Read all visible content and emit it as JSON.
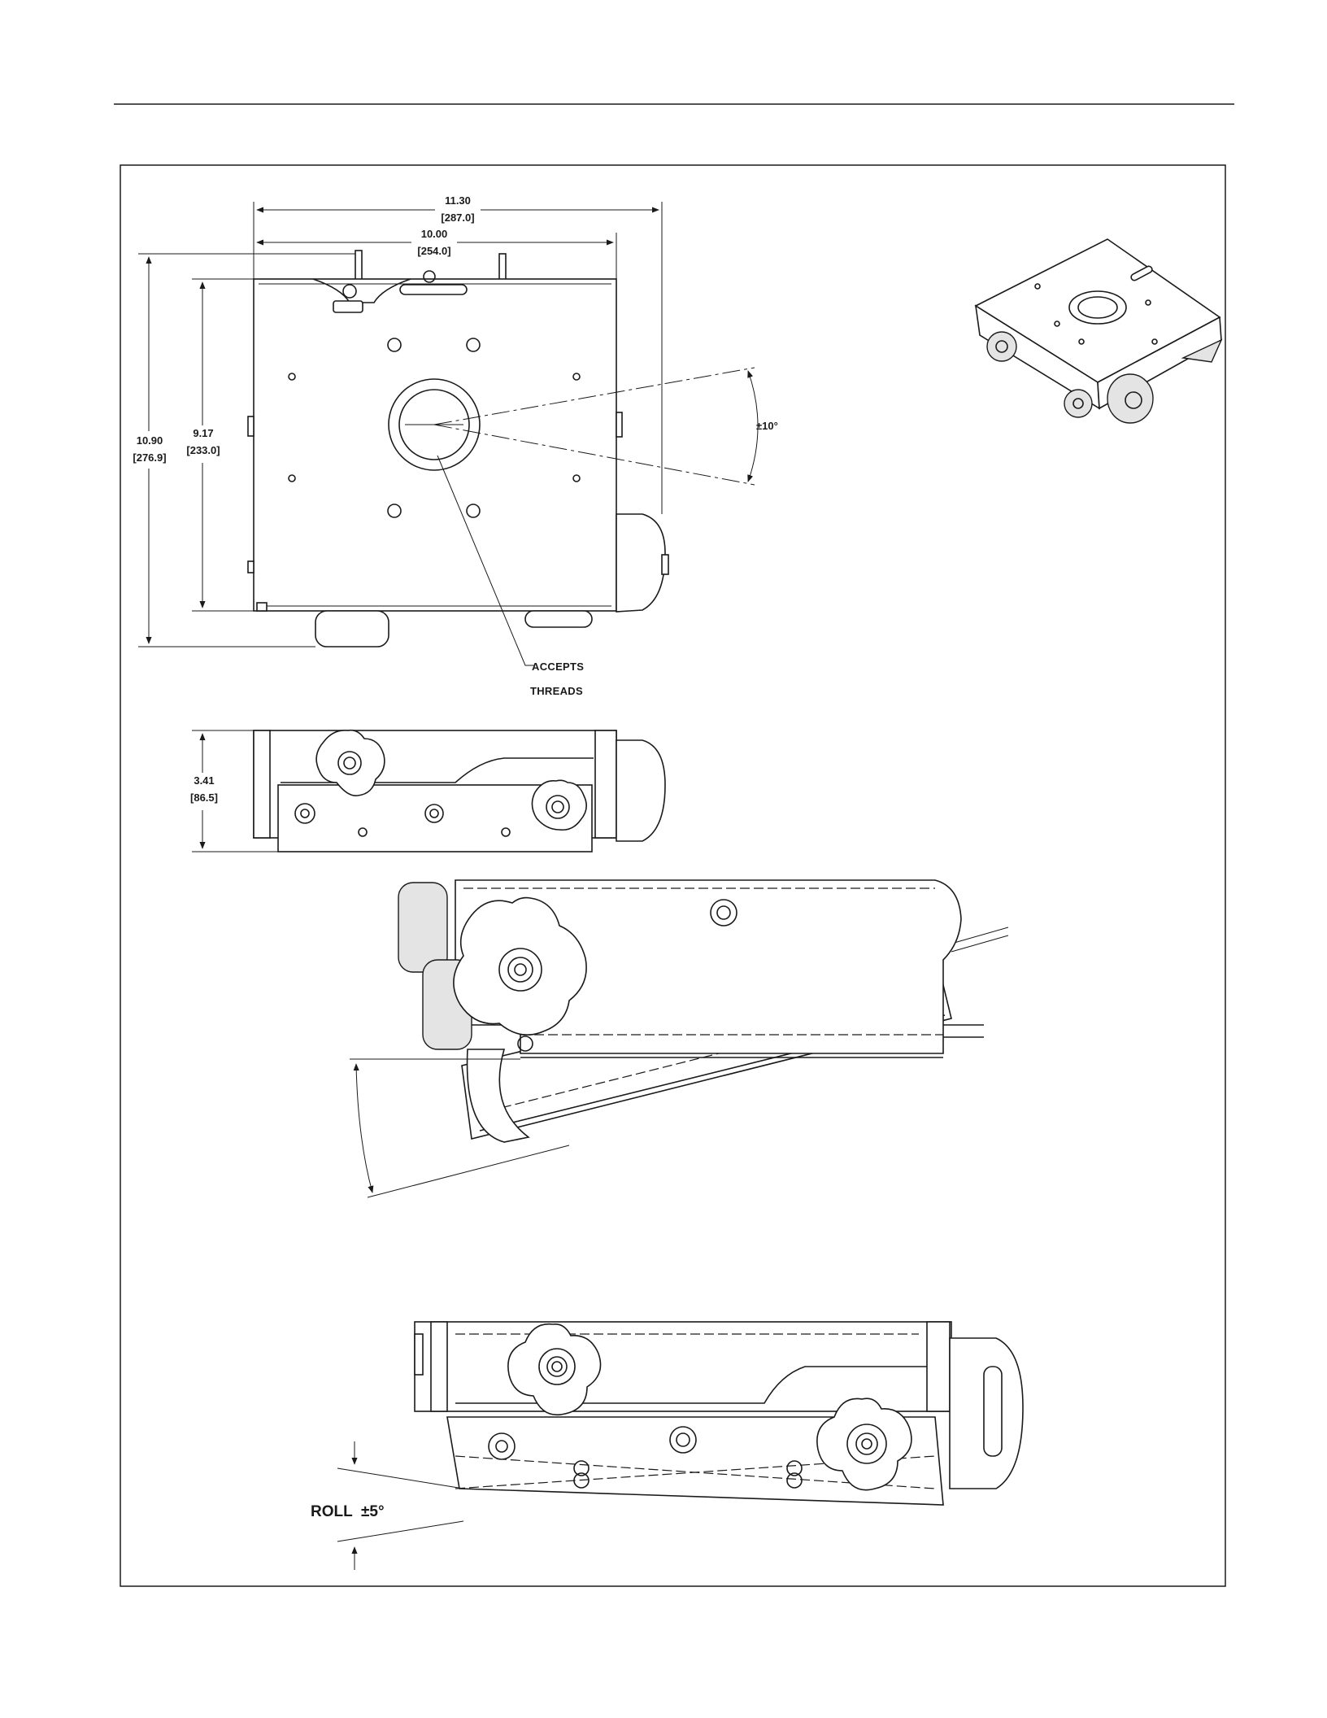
{
  "dimensions": {
    "overall_width": "11.30",
    "overall_width_mm": "[287.0]",
    "plate_width": "10.00",
    "plate_width_mm": "[254.0]",
    "overall_height": "10.90",
    "overall_height_mm": "[276.9]",
    "plate_height": "9.17",
    "plate_height_mm": "[233.0]",
    "profile_height": "3.41",
    "profile_height_mm": "[86.5]"
  },
  "angles": {
    "swivel": "±10°",
    "roll_label": "ROLL",
    "roll_value": "±5°"
  },
  "callouts": {
    "accepts": "ACCEPTS",
    "threads": "THREADS"
  }
}
